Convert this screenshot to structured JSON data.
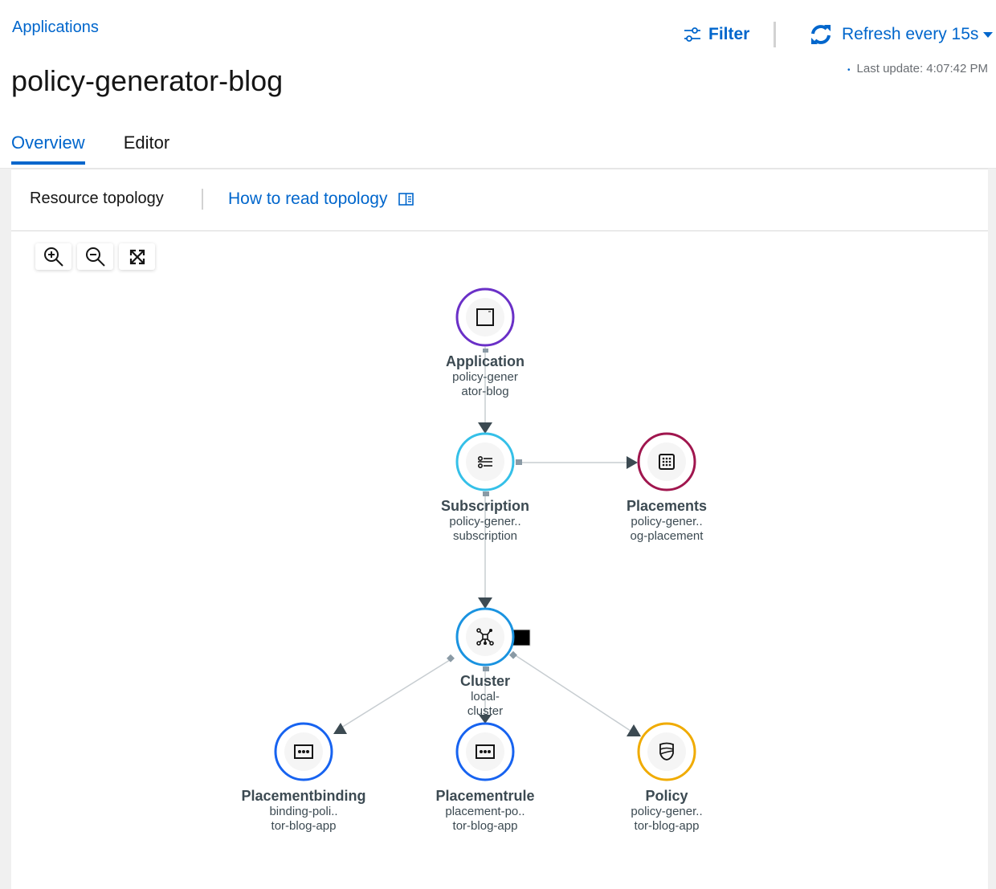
{
  "breadcrumb": "Applications",
  "title": "policy-generator-blog",
  "toolbar": {
    "filter": "Filter",
    "refresh": "Refresh every 15s",
    "last_update": "Last update: 4:07:42 PM",
    "filter_icon": "sliders-icon",
    "refresh_icon": "sync-icon"
  },
  "tabs": [
    {
      "label": "Overview",
      "active": true
    },
    {
      "label": "Editor",
      "active": false
    }
  ],
  "panel": {
    "title": "Resource topology",
    "help_link": "How to read topology",
    "help_icon": "book-open-icon"
  },
  "zoom_controls": [
    "zoom-in-icon",
    "zoom-out-icon",
    "expand-icon"
  ],
  "nodes": [
    {
      "type": "Application",
      "line1": "policy-gener",
      "line2": "ator-blog",
      "color": "#6a30c7",
      "icon": "application-icon"
    },
    {
      "type": "Subscription",
      "line1": "policy-gener..",
      "line2": "subscription",
      "color": "#35c0e8",
      "icon": "subscription-icon"
    },
    {
      "type": "Placements",
      "line1": "policy-gener..",
      "line2": "og-placement",
      "color": "#a0164e",
      "icon": "placements-icon"
    },
    {
      "type": "Cluster",
      "line1": "local-",
      "line2": "cluster",
      "color": "#1a93e0",
      "icon": "cluster-icon"
    },
    {
      "type": "Placementbinding",
      "line1": "binding-poli..",
      "line2": "tor-blog-app",
      "color": "#1763f0",
      "icon": "placementbinding-icon"
    },
    {
      "type": "Placementrule",
      "line1": "placement-po..",
      "line2": "tor-blog-app",
      "color": "#1763f0",
      "icon": "placementrule-icon"
    },
    {
      "type": "Policy",
      "line1": "policy-gener..",
      "line2": "tor-blog-app",
      "color": "#f0ab00",
      "icon": "policy-icon"
    }
  ]
}
